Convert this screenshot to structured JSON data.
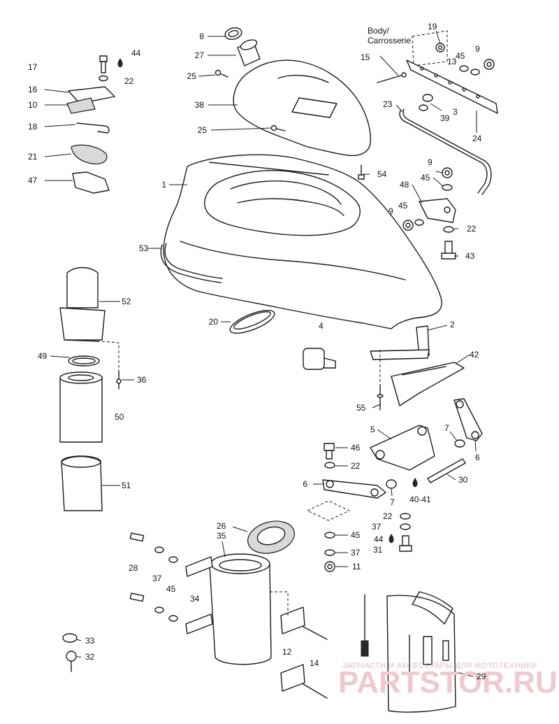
{
  "diagram": {
    "body_note": [
      "Body/",
      "Carrosserie"
    ],
    "callouts": [
      "1",
      "2",
      "3",
      "4",
      "5",
      "6",
      "6",
      "7",
      "7",
      "8",
      "9",
      "9",
      "9",
      "10",
      "11",
      "12",
      "13",
      "14",
      "15",
      "16",
      "17",
      "18",
      "19",
      "20",
      "21",
      "22",
      "22",
      "22",
      "22",
      "23",
      "24",
      "25",
      "25",
      "26",
      "27",
      "28",
      "29",
      "30",
      "31",
      "32",
      "33",
      "34",
      "35",
      "36",
      "37",
      "37",
      "37",
      "38",
      "39",
      "40-41",
      "42",
      "43",
      "44",
      "44",
      "45",
      "45",
      "45",
      "45",
      "45",
      "46",
      "47",
      "48",
      "49",
      "50",
      "51",
      "52",
      "53",
      "54",
      "55"
    ]
  },
  "watermark": {
    "tagline": "ЗАПЧАСТИ И АКСЕССУАРЫ ДЛЯ МОТОТЕХНИКИ",
    "logo": "PARTSTOR.RU"
  }
}
